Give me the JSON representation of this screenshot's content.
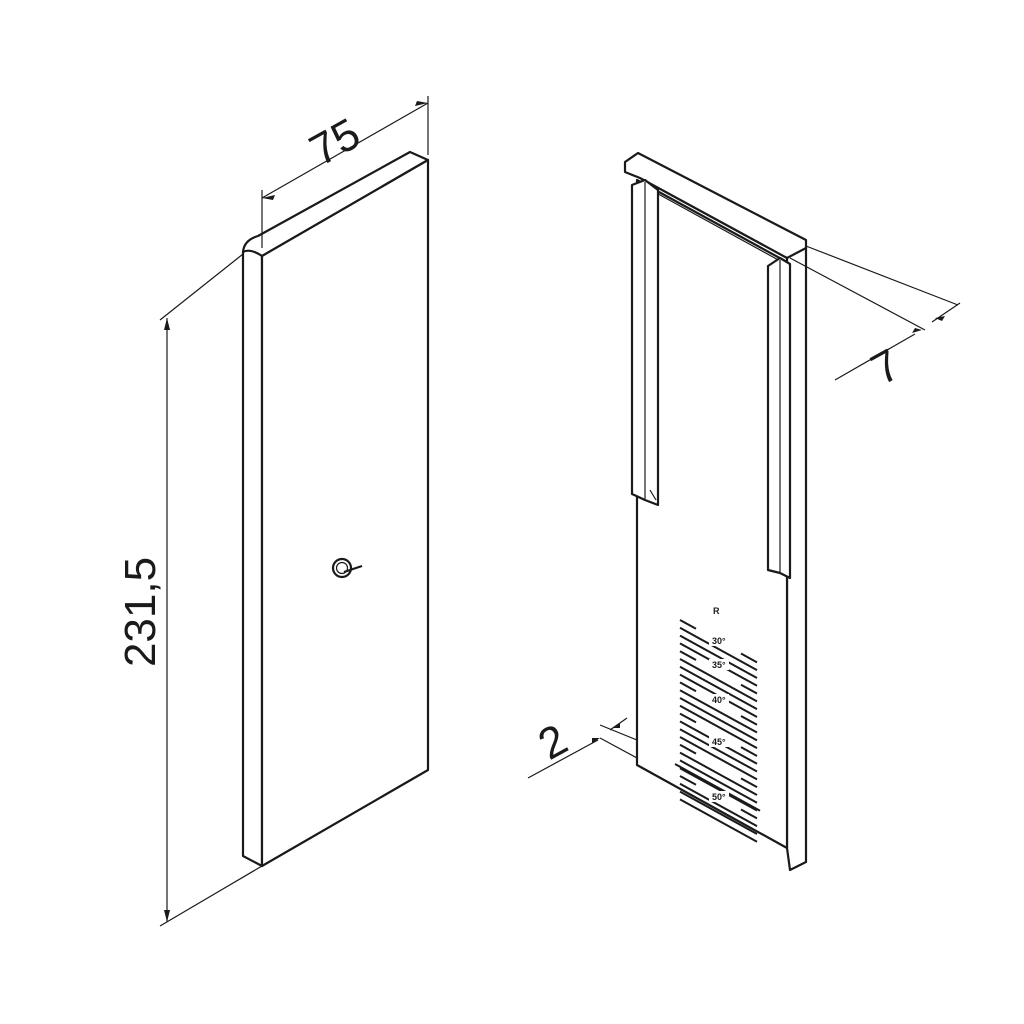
{
  "dimensions": {
    "width": "75",
    "height": "231,5",
    "depth": "7",
    "thickness": "2"
  },
  "angle_scale": {
    "label": "R",
    "ticks": [
      "30°",
      "35°",
      "40°",
      "45°",
      "50°"
    ]
  },
  "colors": {
    "line": "#1a1a1a",
    "background": "#ffffff"
  }
}
